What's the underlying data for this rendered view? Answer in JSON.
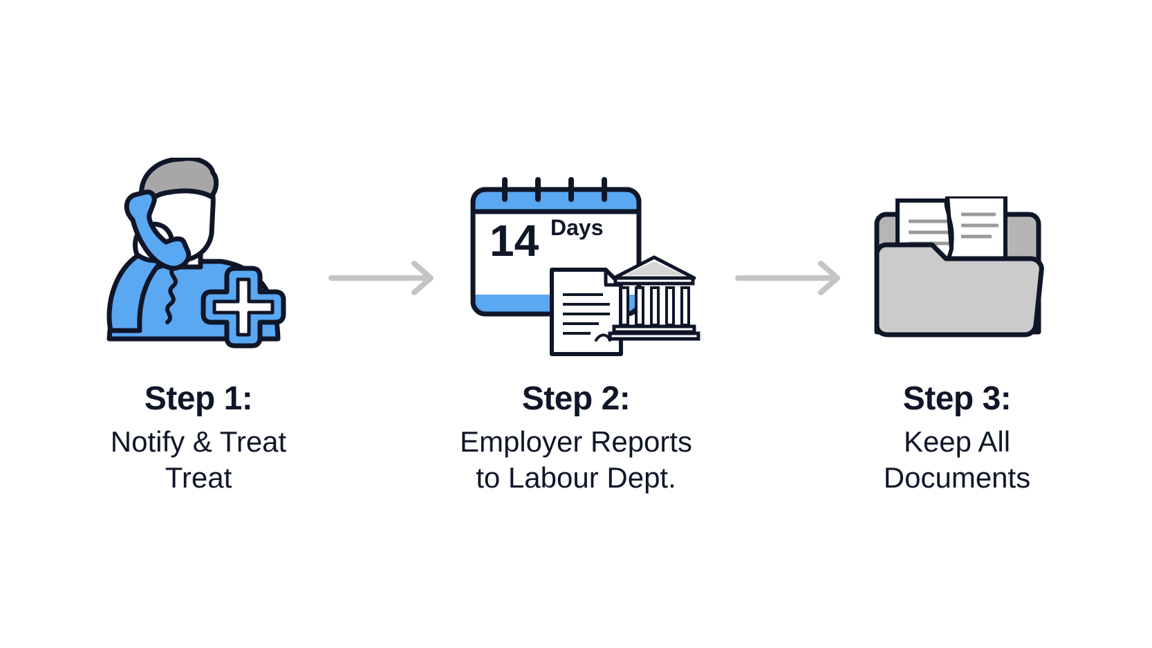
{
  "steps": [
    {
      "title": "Step 1:",
      "lines": [
        "Notify & Treat",
        "Treat"
      ],
      "icon": "patient-phone-medical-cross-icon"
    },
    {
      "title": "Step 2:",
      "lines": [
        "Employer Reports",
        "to Labour Dept."
      ],
      "icon": "calendar-report-government-icon",
      "calendar_number": "14",
      "calendar_unit": "Days"
    },
    {
      "title": "Step 3:",
      "lines": [
        "Keep All",
        "Documents"
      ],
      "icon": "folder-documents-icon"
    }
  ],
  "colors": {
    "accent_blue": "#5aa7f2",
    "outline": "#0f1628",
    "arrow_gray": "#c4c4c4",
    "folder_gray": "#cbcbcb",
    "hair_gray": "#a7a7a7"
  }
}
